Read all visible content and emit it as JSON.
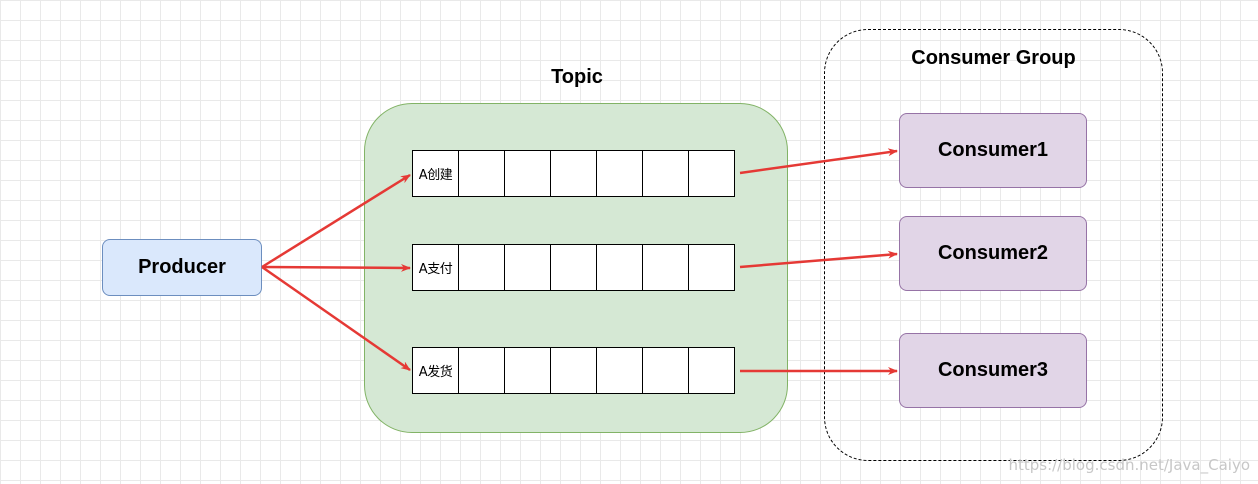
{
  "producer": {
    "label": "Producer"
  },
  "topic": {
    "title": "Topic",
    "queues": [
      {
        "label": "A创建"
      },
      {
        "label": "A支付"
      },
      {
        "label": "A发货"
      }
    ]
  },
  "consumer_group": {
    "title": "Consumer Group",
    "consumers": [
      {
        "label": "Consumer1"
      },
      {
        "label": "Consumer2"
      },
      {
        "label": "Consumer3"
      }
    ]
  },
  "watermark": "https://blog.csdn.net/Java_Caiyo",
  "colors": {
    "producer_fill": "#dae8fc",
    "producer_stroke": "#6c8ebf",
    "topic_fill": "#d5e8d4",
    "topic_stroke": "#82b366",
    "consumer_fill": "#e1d5e7",
    "consumer_stroke": "#9673a6",
    "arrow": "#e53935"
  }
}
